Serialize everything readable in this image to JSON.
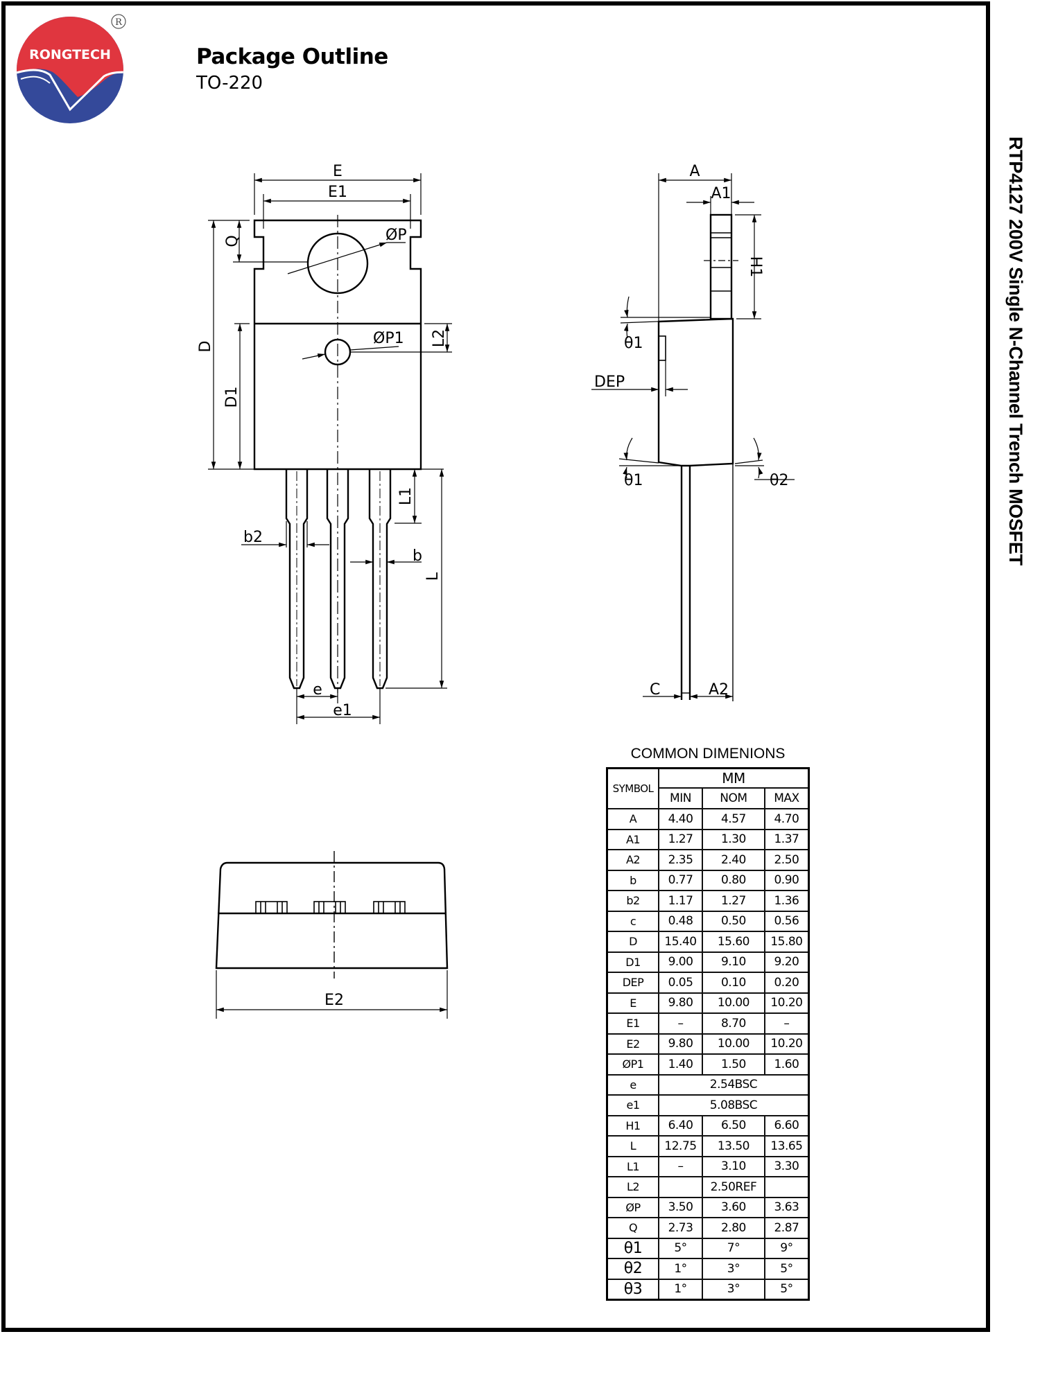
{
  "header": {
    "logo_text": "RONGTECH",
    "registered_mark": "®",
    "title": "Package Outline",
    "subtitle": "TO-220",
    "side_title": "RTP4127 200V Single N-Channel Trench MOSFET",
    "logo_colors": {
      "red": "#e0363f",
      "blue": "#34499a",
      "white": "#ffffff"
    }
  },
  "front_view": {
    "labels": {
      "E": "E",
      "E1": "E1",
      "phiP": "ØP",
      "Q": "Q",
      "D": "D",
      "D1": "D1",
      "phiP1": "ØP1",
      "L2": "L2",
      "L1": "L1",
      "L": "L",
      "b": "b",
      "b2": "b2",
      "e": "e",
      "e1": "e1"
    }
  },
  "side_view": {
    "labels": {
      "A": "A",
      "A1": "A1",
      "H1": "H1",
      "theta1_top": "θ1",
      "DEP": "DEP",
      "theta1_bottom": "θ1",
      "theta2": "θ2",
      "C": "C",
      "A2": "A2"
    }
  },
  "bottom_view": {
    "labels": {
      "E2": "E2"
    }
  },
  "table": {
    "title": "COMMON DIMENIONS",
    "unit_header": "MM",
    "symbol_header": "SYMBOL",
    "columns": [
      "MIN",
      "NOM",
      "MAX"
    ],
    "rows": [
      {
        "symbol": "A",
        "min": "4.40",
        "nom": "4.57",
        "max": "4.70"
      },
      {
        "symbol": "A1",
        "min": "1.27",
        "nom": "1.30",
        "max": "1.37"
      },
      {
        "symbol": "A2",
        "min": "2.35",
        "nom": "2.40",
        "max": "2.50"
      },
      {
        "symbol": "b",
        "min": "0.77",
        "nom": "0.80",
        "max": "0.90"
      },
      {
        "symbol": "b2",
        "min": "1.17",
        "nom": "1.27",
        "max": "1.36"
      },
      {
        "symbol": "c",
        "min": "0.48",
        "nom": "0.50",
        "max": "0.56"
      },
      {
        "symbol": "D",
        "min": "15.40",
        "nom": "15.60",
        "max": "15.80"
      },
      {
        "symbol": "D1",
        "min": "9.00",
        "nom": "9.10",
        "max": "9.20"
      },
      {
        "symbol": "DEP",
        "min": "0.05",
        "nom": "0.10",
        "max": "0.20"
      },
      {
        "symbol": "E",
        "min": "9.80",
        "nom": "10.00",
        "max": "10.20"
      },
      {
        "symbol": "E1",
        "min": "–",
        "nom": "8.70",
        "max": "–"
      },
      {
        "symbol": "E2",
        "min": "9.80",
        "nom": "10.00",
        "max": "10.20"
      },
      {
        "symbol": "ØP1",
        "min": "1.40",
        "nom": "1.50",
        "max": "1.60"
      },
      {
        "symbol": "e",
        "span": "2.54BSC"
      },
      {
        "symbol": "e1",
        "span": "5.08BSC"
      },
      {
        "symbol": "H1",
        "min": "6.40",
        "nom": "6.50",
        "max": "6.60"
      },
      {
        "symbol": "L",
        "min": "12.75",
        "nom": "13.50",
        "max": "13.65"
      },
      {
        "symbol": "L1",
        "min": "–",
        "nom": "3.10",
        "max": "3.30"
      },
      {
        "symbol": "L2",
        "min": "",
        "nom": "2.50REF",
        "max": ""
      },
      {
        "symbol": "ØP",
        "min": "3.50",
        "nom": "3.60",
        "max": "3.63"
      },
      {
        "symbol": "Q",
        "min": "2.73",
        "nom": "2.80",
        "max": "2.87"
      },
      {
        "symbol": "θ1",
        "min": "5°",
        "nom": "7°",
        "max": "9°"
      },
      {
        "symbol": "θ2",
        "min": "1°",
        "nom": "3°",
        "max": "5°"
      },
      {
        "symbol": "θ3",
        "min": "1°",
        "nom": "3°",
        "max": "5°"
      }
    ]
  }
}
